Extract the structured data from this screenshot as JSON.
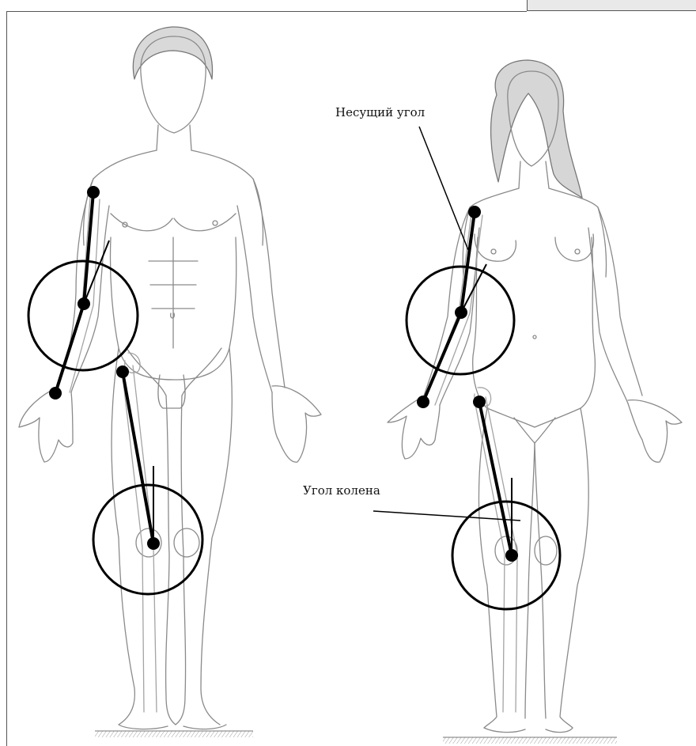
{
  "labels": {
    "carrying_angle": "Несущий угол",
    "knee_angle": "Угол колена"
  },
  "figures": [
    "male-figure",
    "female-figure"
  ],
  "colors": {
    "line": "#000000",
    "sketch": "#8a8a8a",
    "frame": "#555555",
    "ground": "#9a9a9a"
  }
}
